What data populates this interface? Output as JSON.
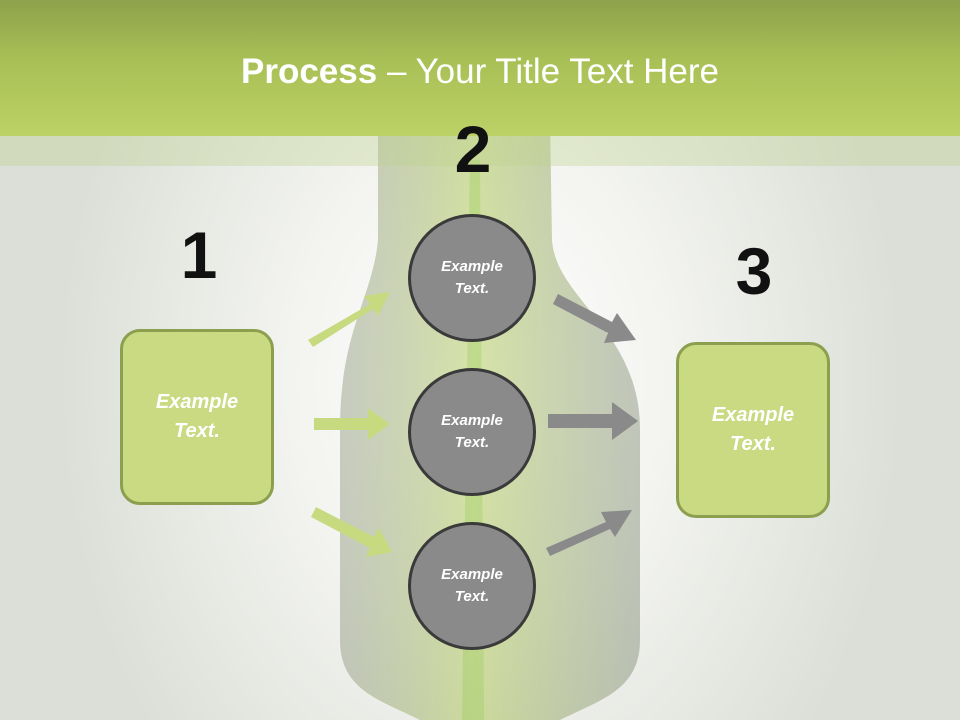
{
  "header": {
    "title_strong": "Process",
    "title_rest": " – Your Title Text Here"
  },
  "steps": {
    "step1": "1",
    "step2": "2",
    "step3": "3"
  },
  "left_box": {
    "text": "Example\nText."
  },
  "right_box": {
    "text": "Example\nText."
  },
  "circles": [
    {
      "text": "Example\nText."
    },
    {
      "text": "Example\nText."
    },
    {
      "text": "Example\nText."
    }
  ],
  "colors": {
    "header_green": "#a9c056",
    "box_fill": "#c9da82",
    "box_border": "#8c9f4e",
    "circle_fill": "#8a8a8a",
    "circle_border": "#3a3a3a",
    "arrow_green": "#c8da80",
    "arrow_gray": "#8a8a8a"
  }
}
